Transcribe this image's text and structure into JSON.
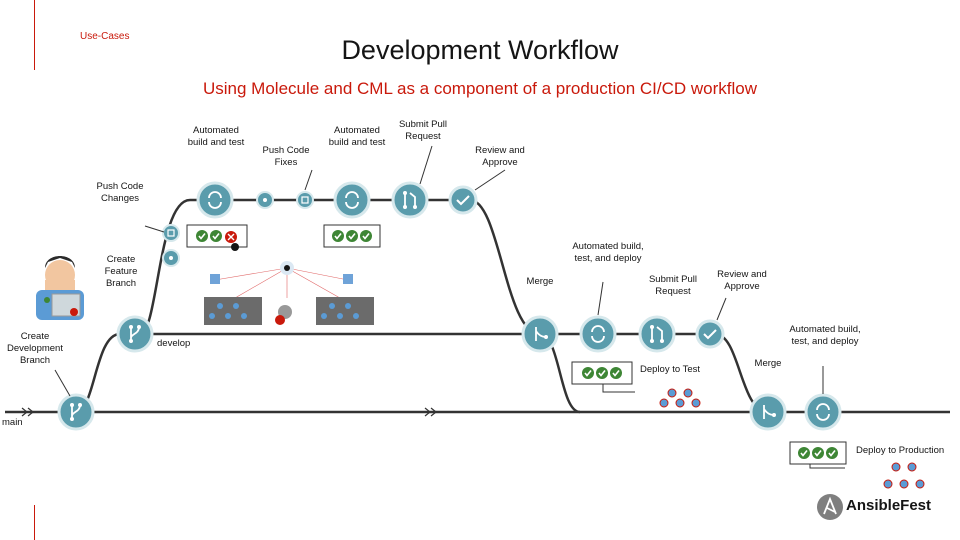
{
  "header": {
    "section": "Use-Cases",
    "title": "Development Workflow",
    "subtitle": "Using Molecule and CML as a component of a production CI/CD workflow"
  },
  "branches": {
    "main": "main",
    "develop": "develop"
  },
  "steps": {
    "create_dev_branch": "Create Development Branch",
    "create_feature_branch": "Create Feature Branch",
    "push_code_changes": "Push Code Changes",
    "automated_build_1": "Automated build and test",
    "push_code_fixes": "Push Code Fixes",
    "automated_build_2": "Automated build and test",
    "submit_pr_1": "Submit Pull Request",
    "review_approve_1": "Review and Approve",
    "merge_1": "Merge",
    "automated_deploy_1": "Automated build, test, and deploy",
    "submit_pr_2": "Submit Pull Request",
    "review_approve_2": "Review and Approve",
    "deploy_test": "Deploy to Test",
    "merge_2": "Merge",
    "automated_deploy_2": "Automated build, test, and deploy",
    "deploy_production": "Deploy to Production"
  },
  "brand": {
    "name": "AnsibleFest"
  },
  "colors": {
    "accent_red": "#c9190b",
    "node_teal": "#5a9cac",
    "line_dark": "#333333",
    "check_green": "#3e8635"
  }
}
